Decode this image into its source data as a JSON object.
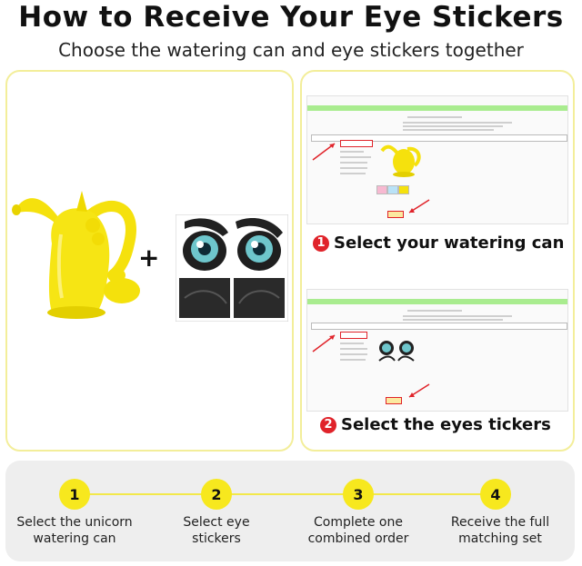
{
  "header": {
    "title": "How to Receive Your Eye Stickers",
    "subtitle": "Choose the watering can and eye stickers together"
  },
  "left_panel": {
    "plus": "+"
  },
  "right_panel": {
    "step1": {
      "number": "1",
      "label": "Select your watering can"
    },
    "step2": {
      "number": "2",
      "label": "Select the eyes tickers"
    }
  },
  "steps": [
    {
      "number": "1",
      "line1": "Select the unicorn",
      "line2": "watering can"
    },
    {
      "number": "2",
      "line1": "Select eye",
      "line2": "stickers"
    },
    {
      "number": "3",
      "line1": "Complete one",
      "line2": "combined order"
    },
    {
      "number": "4",
      "line1": "Receive the full",
      "line2": "matching set"
    }
  ],
  "colors": {
    "accent_yellow": "#f7e81e",
    "badge_red": "#e0232a",
    "panel_border": "#f3ee9a",
    "bar_green": "#a9ec8f"
  }
}
